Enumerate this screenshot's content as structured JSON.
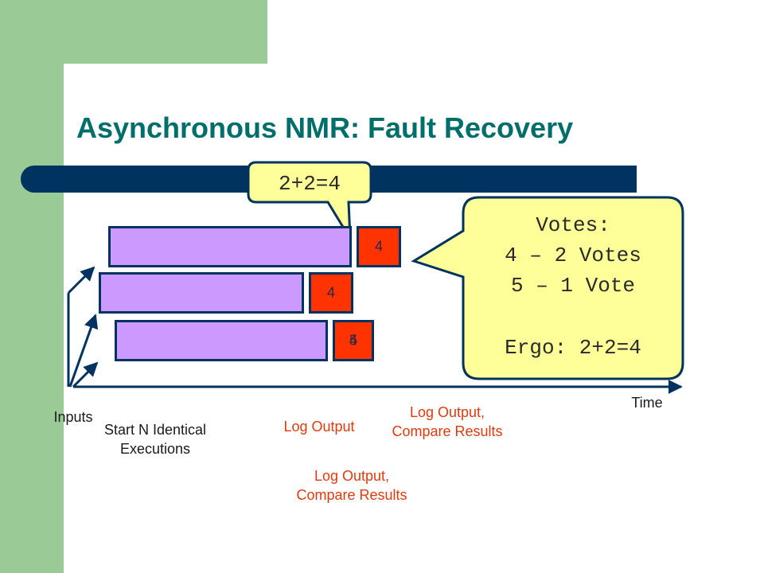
{
  "title": "Asynchronous NMR: Fault Recovery",
  "callout_top": "2+2=4",
  "votes": {
    "line1": "Votes:",
    "line2": "4 – 2 Votes",
    "line3": "5 – 1 Vote",
    "line4": "Ergo: 2+2=4"
  },
  "outputs": {
    "top": "4",
    "middle": "4",
    "bottom_a": "4",
    "bottom_b": "5"
  },
  "labels": {
    "inputs": "Inputs",
    "start": "Start N Identical Executions",
    "log_output": "Log Output",
    "log_compare_1": "Log Output, Compare Results",
    "log_compare_2": "Log Output, Compare Results",
    "time": "Time"
  },
  "colors": {
    "green": "#9acb96",
    "title": "#006e6a",
    "navy": "#00335f",
    "purple": "#cc99ff",
    "red": "#ff3300",
    "callout": "#ffff99",
    "accent_text": "#e03a10"
  }
}
